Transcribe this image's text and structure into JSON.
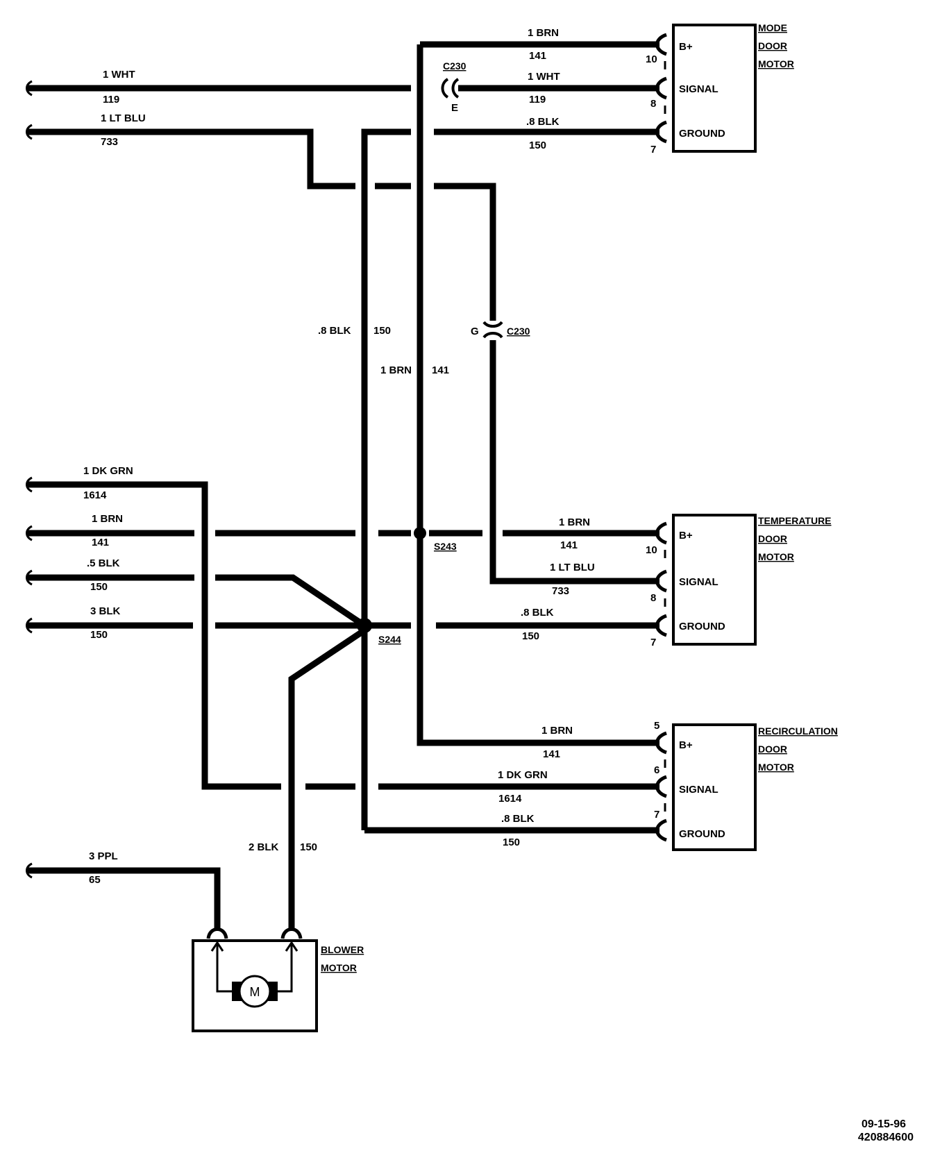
{
  "connectors": {
    "c230_top": "C230",
    "c230_top_cavity": "E",
    "c230_mid": "C230",
    "c230_mid_cavity": "G"
  },
  "splices": {
    "s243": "S243",
    "s244": "S244"
  },
  "left_wires": {
    "w1": {
      "gauge": "1 WHT",
      "circuit": "119"
    },
    "w2": {
      "gauge": "1 LT BLU",
      "circuit": "733"
    },
    "w3": {
      "gauge": "1 DK GRN",
      "circuit": "1614"
    },
    "w4": {
      "gauge": "1 BRN",
      "circuit": "141"
    },
    "w5": {
      "gauge": ".5 BLK",
      "circuit": "150"
    },
    "w6": {
      "gauge": "3 BLK",
      "circuit": "150"
    },
    "w7": {
      "gauge": "3 PPL",
      "circuit": "65"
    }
  },
  "vertical_wires": {
    "blk": {
      "gauge": ".8 BLK",
      "circuit": "150"
    },
    "brn": {
      "gauge": "1 BRN",
      "circuit": "141"
    },
    "blower_gnd": {
      "gauge": "2 BLK",
      "circuit": "150"
    }
  },
  "mode_motor": {
    "name": [
      "MODE",
      "DOOR",
      "MOTOR"
    ],
    "terminals": [
      "B+",
      "SIGNAL",
      "GROUND"
    ],
    "pins": [
      "10",
      "8",
      "7"
    ],
    "wires": [
      {
        "gauge": "1 BRN",
        "circuit": "141"
      },
      {
        "gauge": "1 WHT",
        "circuit": "119"
      },
      {
        "gauge": ".8 BLK",
        "circuit": "150"
      }
    ]
  },
  "temp_motor": {
    "name": [
      "TEMPERATURE",
      "DOOR",
      "MOTOR"
    ],
    "terminals": [
      "B+",
      "SIGNAL",
      "GROUND"
    ],
    "pins": [
      "10",
      "8",
      "7"
    ],
    "wires": [
      {
        "gauge": "1 BRN",
        "circuit": "141"
      },
      {
        "gauge": "1 LT BLU",
        "circuit": "733"
      },
      {
        "gauge": ".8 BLK",
        "circuit": "150"
      }
    ]
  },
  "recirc_motor": {
    "name": [
      "RECIRCULATION",
      "DOOR",
      "MOTOR"
    ],
    "terminals": [
      "B+",
      "SIGNAL",
      "GROUND"
    ],
    "pins": [
      "5",
      "6",
      "7"
    ],
    "wires": [
      {
        "gauge": "1 BRN",
        "circuit": "141"
      },
      {
        "gauge": "1 DK GRN",
        "circuit": "1614"
      },
      {
        "gauge": ".8 BLK",
        "circuit": "150"
      }
    ]
  },
  "blower_motor": {
    "name": [
      "BLOWER",
      "MOTOR"
    ],
    "symbol": "M"
  },
  "footer": {
    "date": "09-15-96",
    "code": "420884600"
  }
}
